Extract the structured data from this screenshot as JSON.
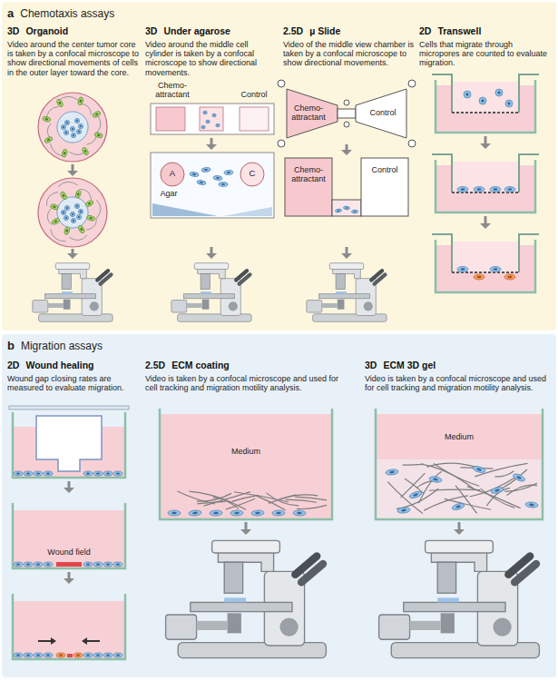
{
  "diagram": {
    "nodes": [
      {
        "text": [
          "a",
          "Chemotaxis assays"
        ]
      },
      {
        "text": [
          "3D",
          "Organoid",
          "Video around the center tumor core is taken by a confocal microscope to show directional movements of cells in the outer layer toward the core."
        ],
        "in": 0
      },
      {
        "text": [
          "3D",
          "Under agarose",
          "Video around the middle cell cylinder is taken by a confocal microscope to show directional movements."
        ],
        "in": 0
      },
      {
        "text": [
          "2.5D",
          "µ Slide",
          "Video of the middle view chamber is taken by a confocal microscope to show directional movements."
        ],
        "in": 0
      },
      {
        "text": [
          "2D",
          "Transwell",
          "Cells that migrate through micropores are counted to evaluate migration."
        ],
        "in": 0
      },
      {
        "text": [
          "b",
          "Migration assays"
        ]
      },
      {
        "text": [
          "2D",
          "Wound healing",
          "Wound gap closing rates are measured to evaluate migration."
        ],
        "in": 5
      },
      {
        "text": [
          "2.5D",
          "ECM coating",
          "Video is taken by a confocal microscope and used for cell tracking and migration motility analysis."
        ],
        "in": 5
      },
      {
        "text": [
          "3D",
          "ECM 3D gel",
          "Video is taken by a confocal microscope and used for cell tracking and migration motility analysis."
        ],
        "in": 5
      }
    ],
    "labels": [
      "Chemo-attractant",
      "Control",
      "A",
      "C",
      "Agar",
      "Chemo-attractant",
      "Control",
      "Chemo-attractant",
      "Control",
      "Wound field",
      "Medium",
      "Medium"
    ]
  }
}
